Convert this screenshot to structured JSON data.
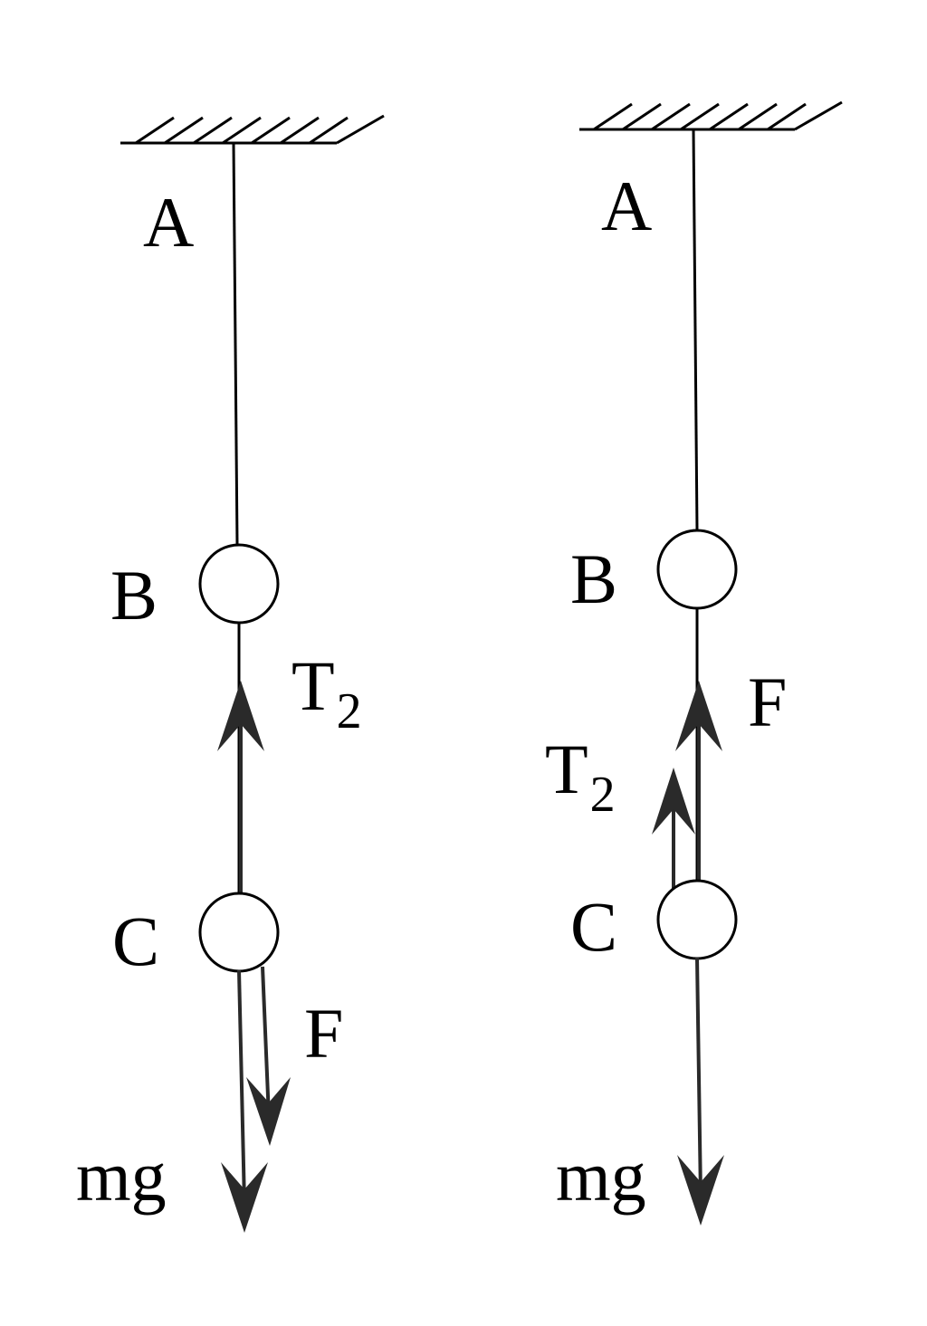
{
  "diagrams": [
    {
      "labels": {
        "A": "A",
        "B": "B",
        "C": "C",
        "T_main": "T",
        "T_sub": "2",
        "F": "F",
        "mg": "mg"
      }
    },
    {
      "labels": {
        "A": "A",
        "B": "B",
        "C": "C",
        "T_main": "T",
        "T_sub": "2",
        "F": "F",
        "mg": "mg"
      }
    }
  ],
  "colors": {
    "ink": "#000000",
    "vector": "#2a2a2a",
    "background": "#ffffff"
  }
}
